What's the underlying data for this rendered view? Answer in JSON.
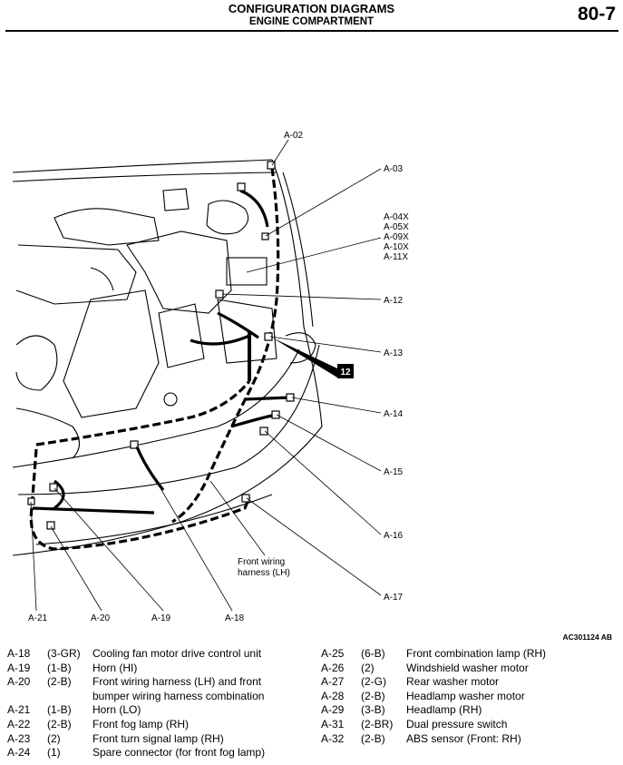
{
  "header": {
    "title": "CONFIGURATION DIAGRAMS",
    "subtitle": "ENGINE COMPARTMENT",
    "page_number": "80-7"
  },
  "figure": {
    "code": "AC301124 AB",
    "harness_label_line1": "Front wiring",
    "harness_label_line2": "harness (LH)",
    "connector_block": "12",
    "callouts": {
      "a02": "A-02",
      "a03": "A-03",
      "a04": "A-04X",
      "a05": "A-05X",
      "a09": "A-09X",
      "a10": "A-10X",
      "a11": "A-11X",
      "a12": "A-12",
      "a13": "A-13",
      "a14": "A-14",
      "a15": "A-15",
      "a16": "A-16",
      "a17": "A-17",
      "a18": "A-18",
      "a19": "A-19",
      "a20": "A-20",
      "a21": "A-21"
    }
  },
  "legend": {
    "left": [
      {
        "id": "A-18",
        "pins": "(3-GR)",
        "desc": "Cooling fan motor drive control unit"
      },
      {
        "id": "A-19",
        "pins": "(1-B)",
        "desc": "Horn (HI)"
      },
      {
        "id": "A-20",
        "pins": "(2-B)",
        "desc": "Front wiring harness (LH) and front"
      },
      {
        "id": "",
        "pins": "",
        "desc": "bumper wiring harness combination"
      },
      {
        "id": "A-21",
        "pins": "(1-B)",
        "desc": "Horn (LO)"
      },
      {
        "id": "A-22",
        "pins": "(2-B)",
        "desc": "Front fog lamp (RH)"
      },
      {
        "id": "A-23",
        "pins": "(2)",
        "desc": "Front turn signal lamp (RH)"
      },
      {
        "id": "A-24",
        "pins": "(1)",
        "desc": "Spare connector (for front fog lamp)"
      }
    ],
    "right": [
      {
        "id": "A-25",
        "pins": "(6-B)",
        "desc": "Front combination lamp (RH)"
      },
      {
        "id": "A-26",
        "pins": "(2)",
        "desc": "Windshield washer motor"
      },
      {
        "id": "A-27",
        "pins": "(2-G)",
        "desc": "Rear washer motor"
      },
      {
        "id": "A-28",
        "pins": "(2-B)",
        "desc": "Headlamp washer motor"
      },
      {
        "id": "A-29",
        "pins": "(3-B)",
        "desc": "Headlamp (RH)"
      },
      {
        "id": "A-31",
        "pins": "(2-BR)",
        "desc": "Dual pressure switch"
      },
      {
        "id": "A-32",
        "pins": "(2-B)",
        "desc": "ABS sensor (Front: RH)"
      }
    ]
  }
}
